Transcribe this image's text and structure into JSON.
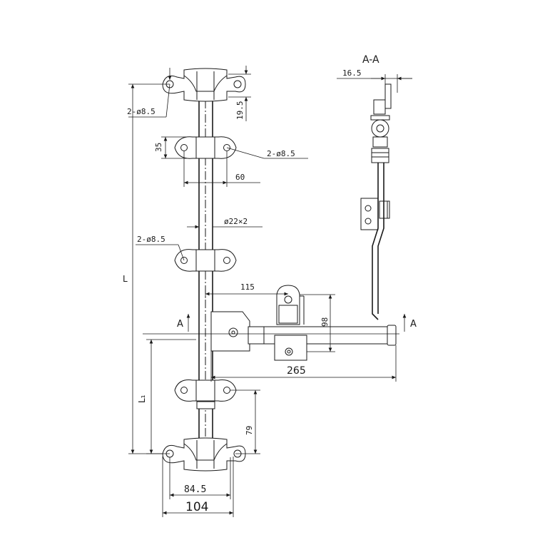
{
  "section_title": "A-A",
  "section_marker": "A",
  "dimensions": {
    "L": "L",
    "L1": "L₁",
    "hole_top": "2-ø8.5",
    "hole_upper": "2-ø8.5",
    "hole_mid": "2-ø8.5",
    "d_19_5": "19.5",
    "d_35": "35",
    "d_60": "60",
    "d_pipe": "ø22×2",
    "d_115": "115",
    "d_98": "98",
    "d_265": "265",
    "d_79": "79",
    "d_84_5": "84.5",
    "d_104": "104",
    "d_16_5": "16.5"
  }
}
